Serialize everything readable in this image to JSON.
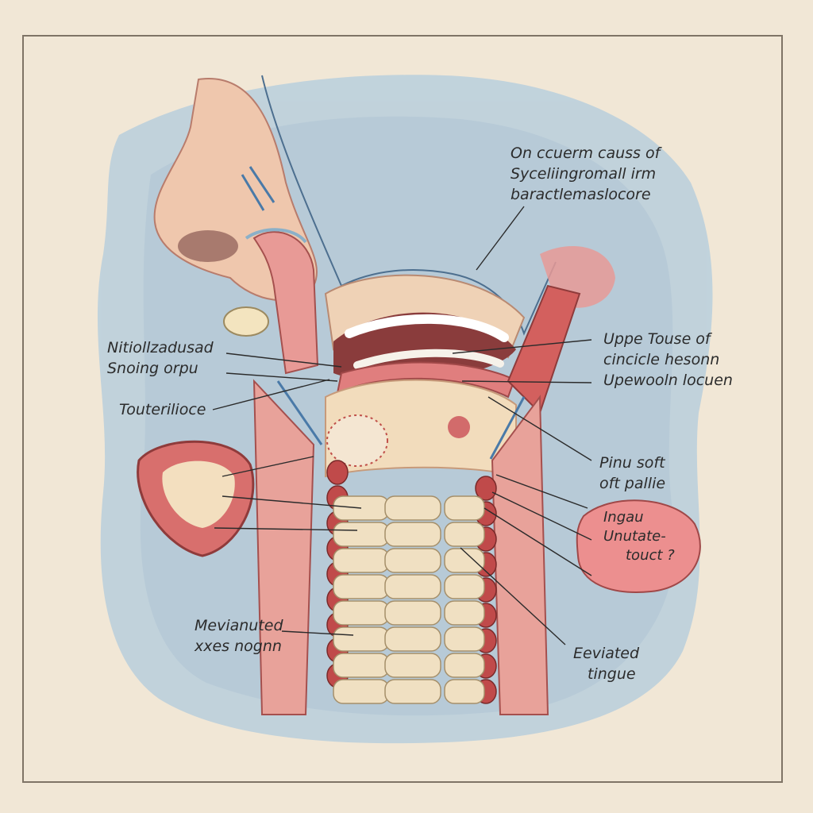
{
  "colors": {
    "paper": "#f1e7d6",
    "watercolor_blue": "#a9c4d6",
    "tissue_pink": "#e89a96",
    "muscle_red": "#c04a4a",
    "cartilage_cream": "#f0e0c2",
    "ink": "#2b2b2b"
  },
  "labels": {
    "top_note": [
      "On ccuerm causs of",
      "Syceliingromall irm",
      "baractlemaslocore"
    ],
    "left_upper": [
      "Nitiollzadusad",
      "Snoing orpu"
    ],
    "left_middle": [
      "Touterilioce"
    ],
    "left_lower": [
      "Mevianuted",
      "xxes nognn"
    ],
    "right_upper": [
      "Uppe Touse of",
      "cincicle hesonn",
      "Upewooln locuen"
    ],
    "right_middle": [
      "Pinu soft",
      "oft pallie"
    ],
    "right_blob": [
      "Ingau",
      "Unutate-",
      "touct",
      "?"
    ],
    "right_lower": [
      "Eeviated",
      "tingue"
    ]
  }
}
